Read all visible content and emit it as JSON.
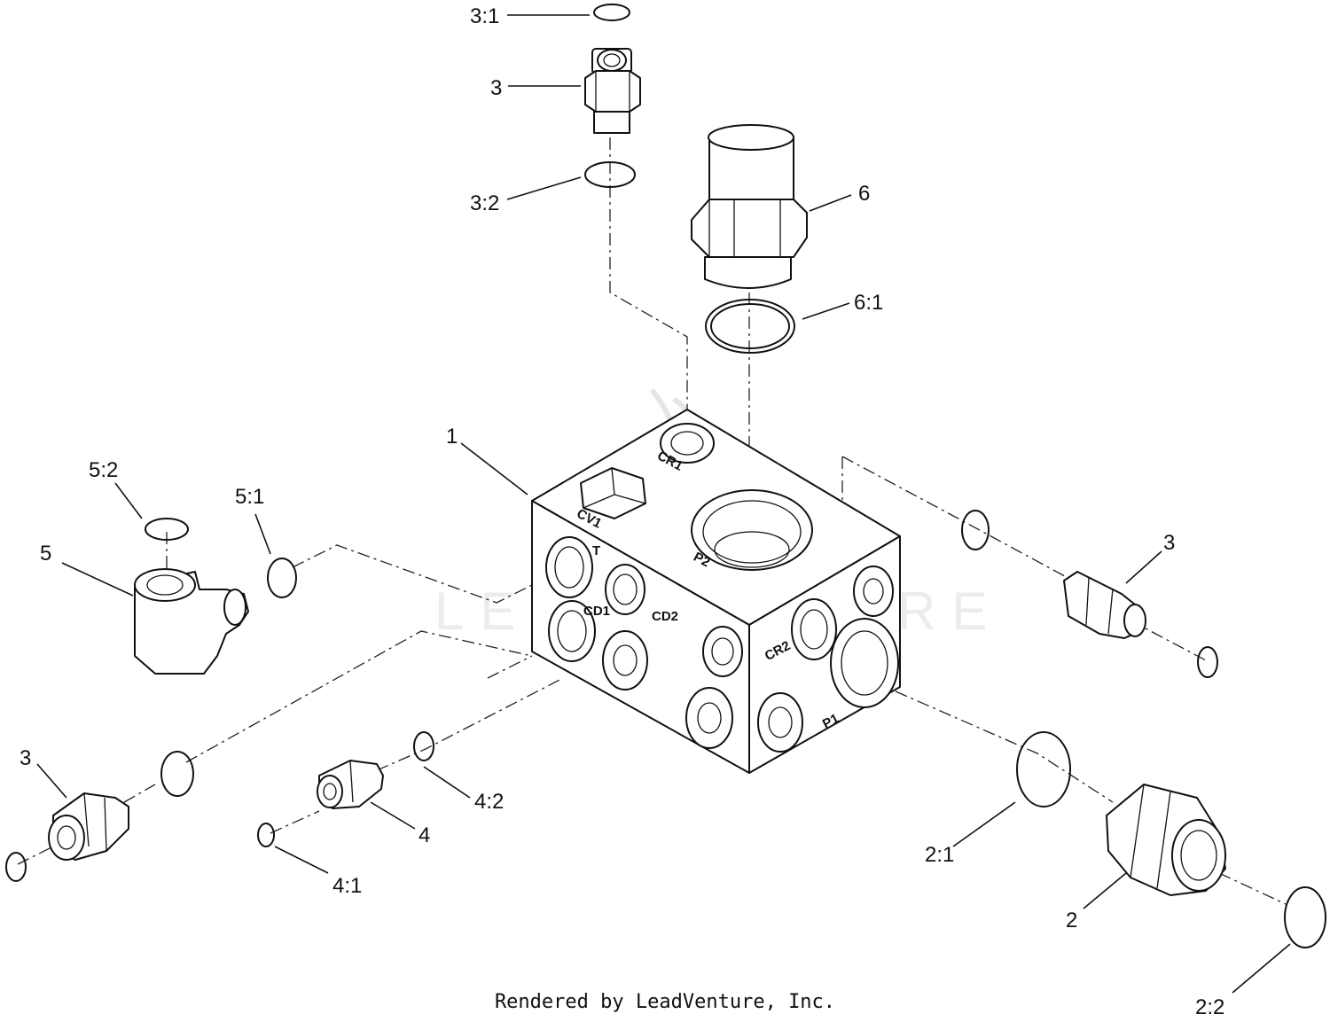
{
  "callouts": {
    "c3_1": "3:1",
    "c3_top": "3",
    "c3_2": "3:2",
    "c6": "6",
    "c6_1": "6:1",
    "c1": "1",
    "c5_2": "5:2",
    "c5_1": "5:1",
    "c5": "5",
    "c3_right": "3",
    "c3_left": "3",
    "c4_2": "4:2",
    "c4": "4",
    "c4_1": "4:1",
    "c2_1": "2:1",
    "c2": "2",
    "c2_2": "2:2"
  },
  "ports": {
    "cr1": "CR1",
    "cv1": "CV1",
    "t": "T",
    "p2": "P2",
    "cd1": "CD1",
    "cd2": "CD2",
    "cr2": "CR2",
    "p1": "P1"
  },
  "watermark": "LEADVENTURE",
  "footer": "Rendered by LeadVenture, Inc."
}
